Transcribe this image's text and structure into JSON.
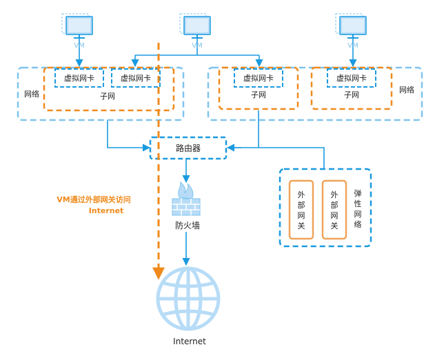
{
  "colors": {
    "blue": "#1a9ae0",
    "light_blue": "#7fc4ee",
    "orange": "#f08a1c",
    "text": "#222222",
    "monitor_fill": "#b7dcf7"
  },
  "vms": {
    "vm1": {
      "label": "VM",
      "icon": "monitor-icon"
    },
    "vm2": {
      "label": "VM",
      "icon": "monitor-icon"
    },
    "vm3": {
      "label": "VM",
      "icon": "monitor-icon"
    }
  },
  "left_network": {
    "label": "网络",
    "subnet_label": "子网",
    "nics": [
      "虚拟网卡",
      "虚拟网卡"
    ]
  },
  "right_network": {
    "label": "网络",
    "subnets": [
      {
        "label": "子网",
        "nic": "虚拟网卡"
      },
      {
        "label": "子网",
        "nic": "虚拟网卡"
      }
    ]
  },
  "router": {
    "label": "路由器"
  },
  "firewall": {
    "label": "防火墙",
    "icon": "firewall-icon"
  },
  "internet": {
    "label": "Internet",
    "icon": "globe-icon"
  },
  "elastic_network": {
    "label": "弹性网络",
    "gateways": [
      "外部网关",
      "外部网关"
    ]
  },
  "annotation": {
    "line1": "VM通过外部网关访问",
    "line2": "Internet"
  }
}
